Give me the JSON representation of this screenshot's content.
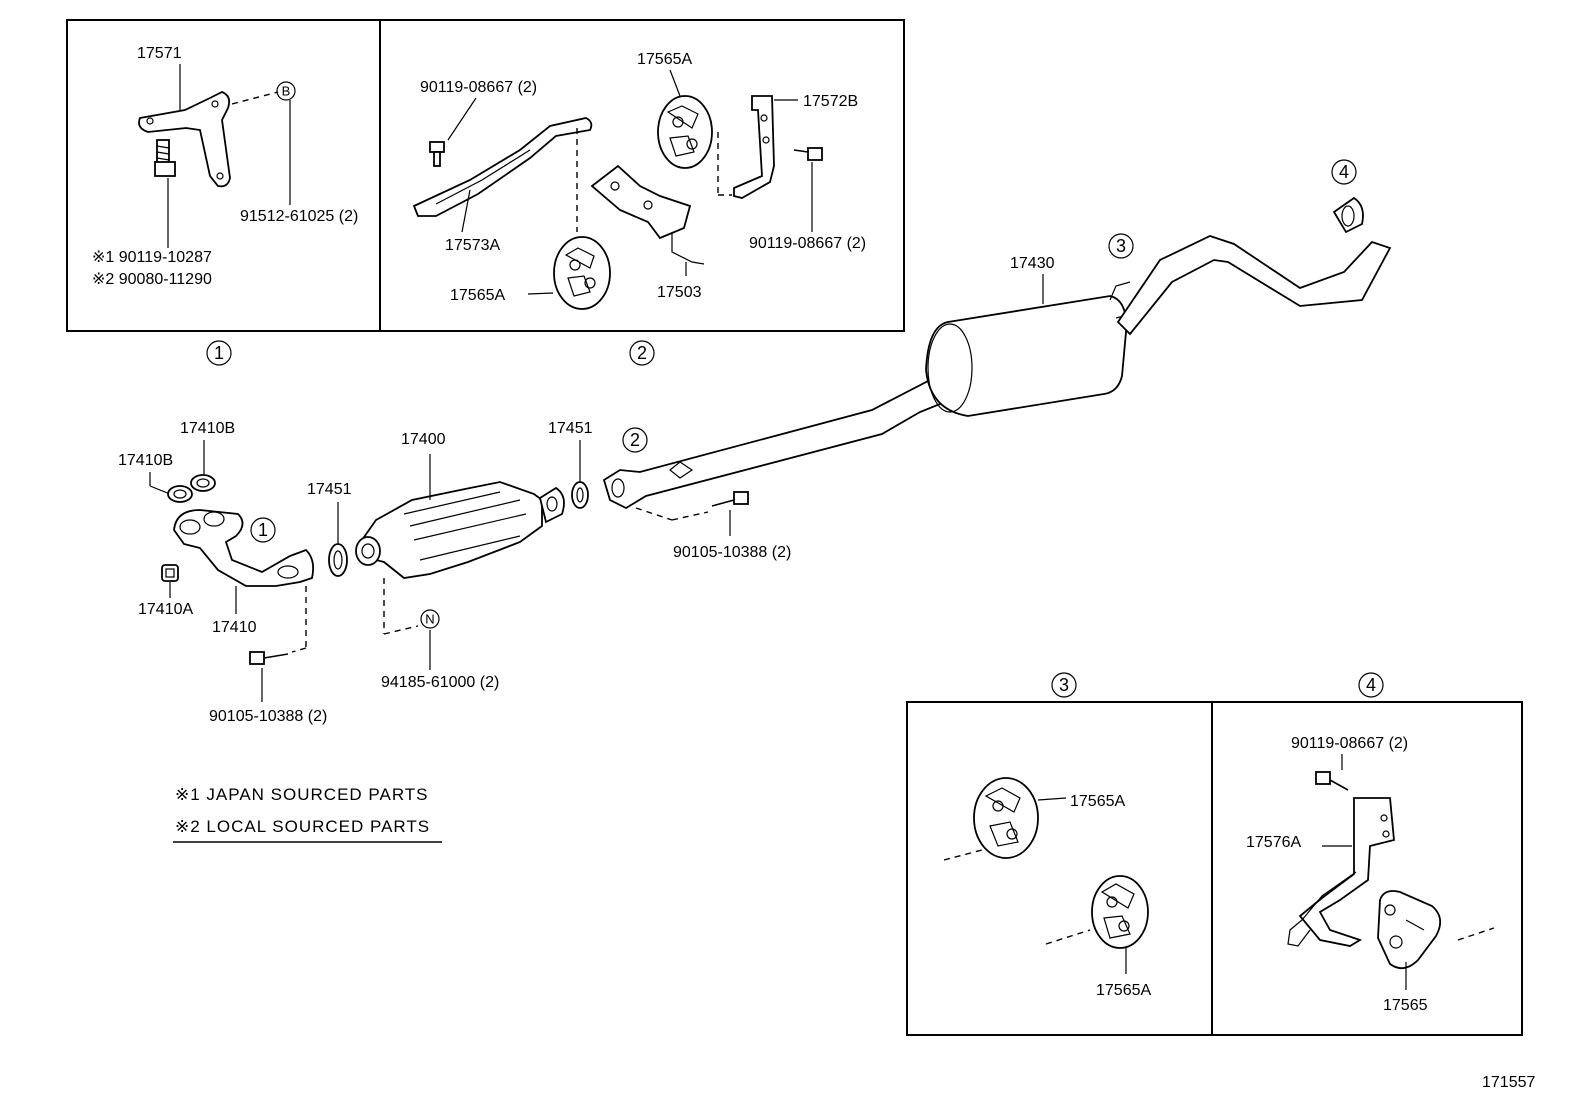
{
  "panels": {
    "p1": {
      "badge": "1",
      "bracket_part": "17571",
      "bracket_bolt_part": "91512-61025 (2)",
      "bolt_japan": "※1 90119-10287",
      "bolt_local": "※2 90080-11290",
      "ref_letter": "B"
    },
    "p2": {
      "badge": "2",
      "bolt_left": "90119-08667 (2)",
      "bracket_a": "17573A",
      "mount_top": "17565A",
      "mount_bottom": "17565A",
      "bracket_b": "17572B",
      "bolt_right": "90119-08667 (2)",
      "hanger": "17503"
    },
    "p3": {
      "badge": "3",
      "mount_top": "17565A",
      "mount_bottom": "17565A"
    },
    "p4": {
      "badge": "4",
      "bolt": "90119-08667 (2)",
      "bracket": "17576A",
      "mount": "17565"
    }
  },
  "main": {
    "gasket_a": "17410B",
    "gasket_b": "17410B",
    "nut": "17410A",
    "front_pipe": "17410",
    "front_pipe_badge": "1",
    "gasket_front": "17451",
    "converter": "17400",
    "gasket_rear": "17451",
    "center_pipe_badge": "2",
    "bolt_front": "90105-10388 (2)",
    "bolt_rear": "90105-10388 (2)",
    "converter_bolt": "94185-61000 (2)",
    "ref_letter": "N",
    "muffler": "17430",
    "muffler_badge": "3",
    "tail_badge": "4"
  },
  "notes": {
    "japan": "※1 JAPAN SOURCED PARTS",
    "local": "※2 LOCAL SOURCED PARTS"
  },
  "diagram_id": "171557"
}
